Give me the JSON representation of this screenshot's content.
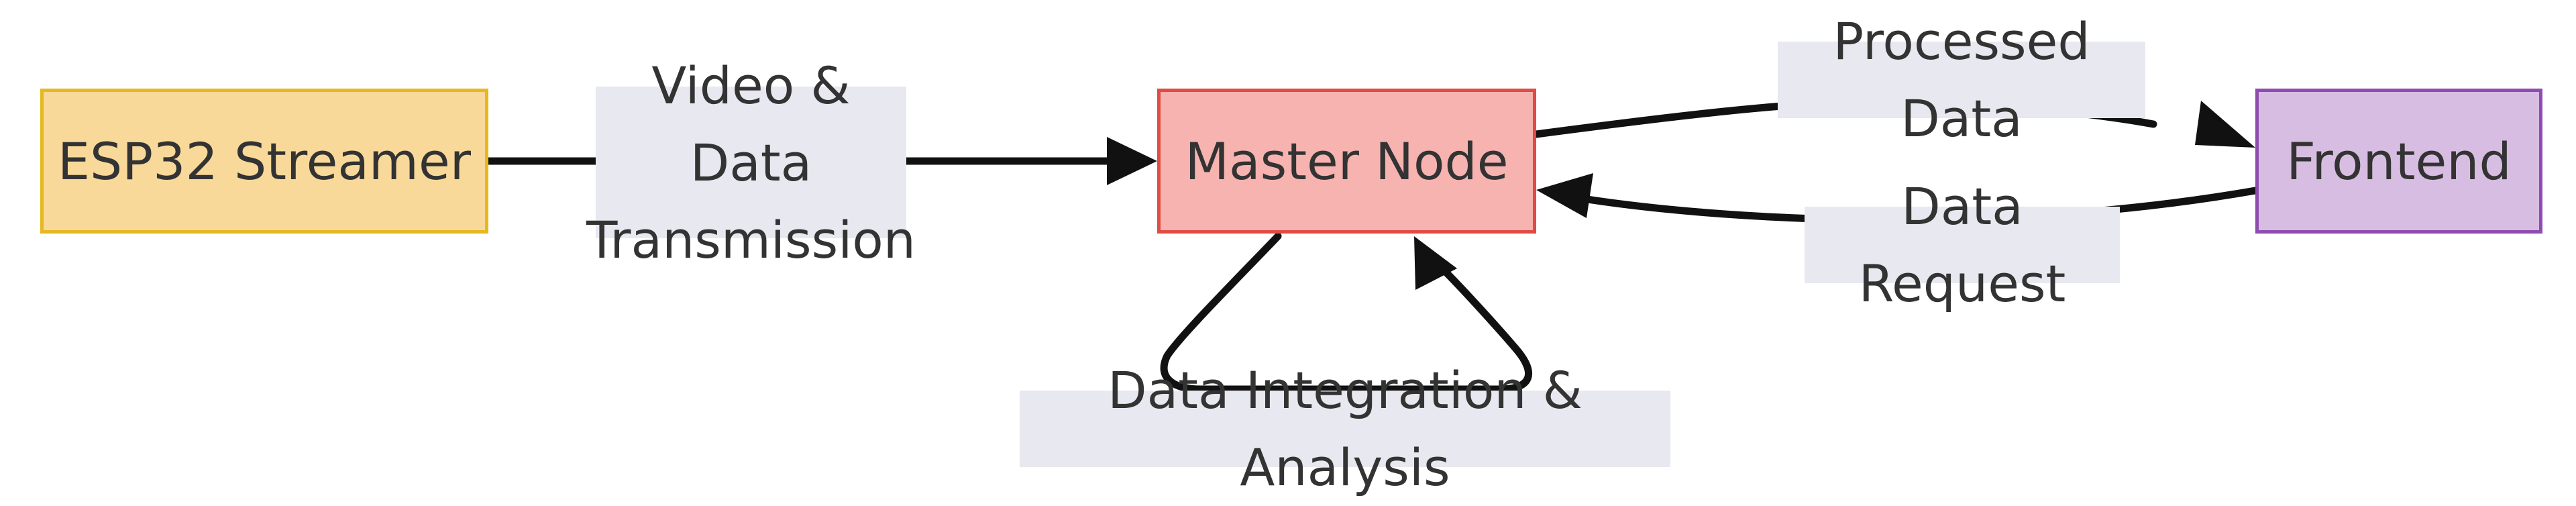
{
  "nodes": {
    "esp32": {
      "label": "ESP32 Streamer",
      "fill": "#f9d99a",
      "stroke": "#e6b820"
    },
    "master": {
      "label": "Master Node",
      "fill": "#f6b3b0",
      "stroke": "#e04b43"
    },
    "frontend": {
      "label": "Frontend",
      "fill": "#d8bde2",
      "stroke": "#8e4cb0"
    }
  },
  "edges": {
    "video_data": {
      "label": "Video & Data\nTransmission"
    },
    "processed": {
      "label": "Processed Data"
    },
    "request": {
      "label": "Data Request"
    },
    "integration": {
      "label": "Data Integration & Analysis"
    }
  },
  "colors": {
    "edge_stroke": "#111111",
    "label_background": "#e8e8f0",
    "text": "#333333"
  }
}
